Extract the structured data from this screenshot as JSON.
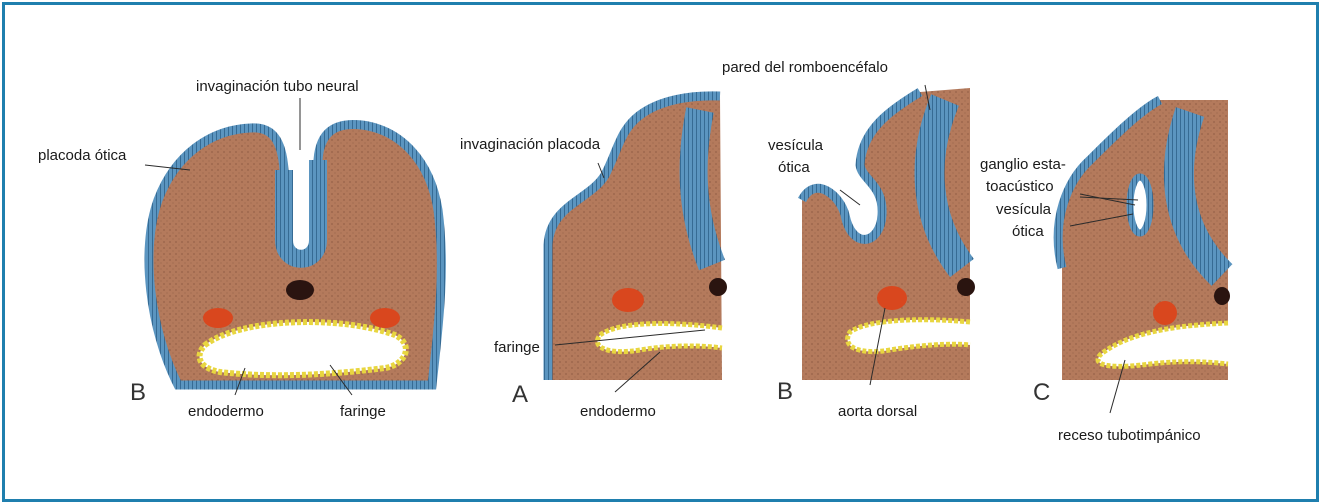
{
  "colors": {
    "frame": "#1f7fae",
    "tissue": "#b47a5c",
    "epithelium": "#5b95c0",
    "endoderm": "#e8d640",
    "aorta": "#d9471e",
    "notochord": "#2a1410"
  },
  "panels": [
    {
      "letter": "B"
    },
    {
      "letter": "A"
    },
    {
      "letter": "B"
    },
    {
      "letter": "C"
    }
  ],
  "labels": {
    "placoda_otica": "placoda ótica",
    "invaginacion_tubo_neural": "invaginación tubo neural",
    "endodermo_1": "endodermo",
    "faringe_1": "faringe",
    "invaginacion_placoda": "invaginación placoda",
    "faringe_2": "faringe",
    "endodermo_2": "endodermo",
    "pared_romboencefalo": "pared del romboencéfalo",
    "vesicula_otica_1_line1": "vesícula",
    "vesicula_otica_1_line2": "ótica",
    "aorta_dorsal": "aorta dorsal",
    "ganglio_line1": "ganglio esta-",
    "ganglio_line2": "toacústico",
    "vesicula_otica_2_line1": "vesícula",
    "vesicula_otica_2_line2": "ótica",
    "receso_tubotimpanico": "receso tubotimpánico"
  }
}
